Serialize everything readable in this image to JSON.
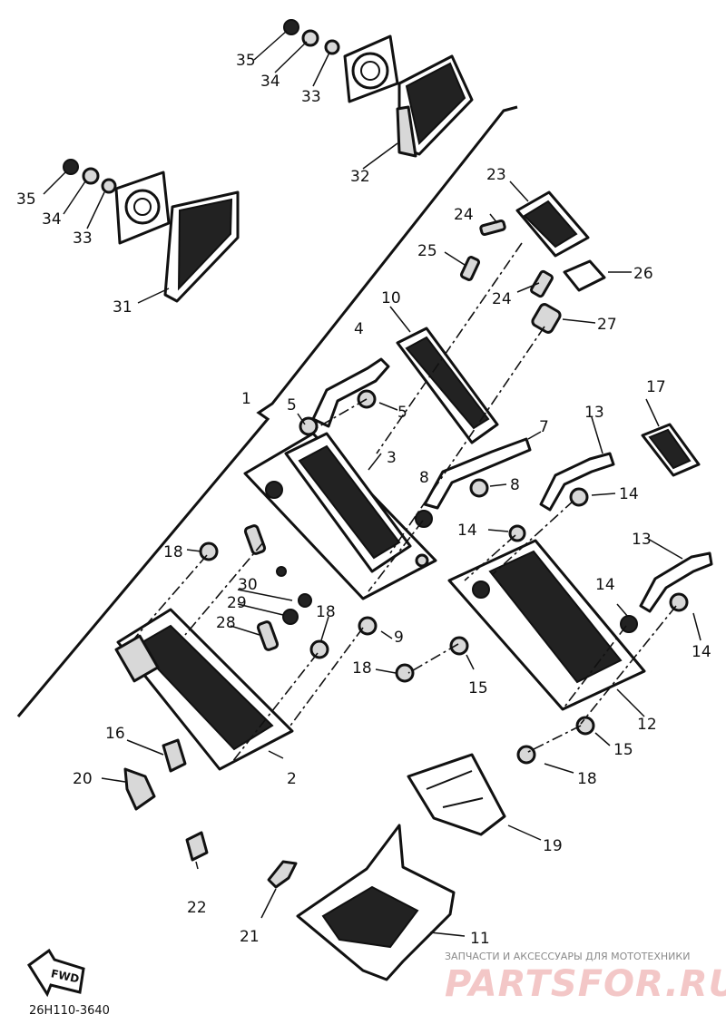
{
  "labels": {
    "p1": "1",
    "p2": "2",
    "p3": "3",
    "p4": "4",
    "p5a": "5",
    "p5b": "5",
    "p7": "7",
    "p8a": "8",
    "p8b": "8",
    "p9": "9",
    "p10": "10",
    "p11": "11",
    "p12": "12",
    "p13a": "13",
    "p13b": "13",
    "p14a": "14",
    "p14b": "14",
    "p14c": "14",
    "p14d": "14",
    "p15a": "15",
    "p15b": "15",
    "p16": "16",
    "p17": "17",
    "p18a": "18",
    "p18b": "18",
    "p18c": "18",
    "p18d": "18",
    "p19": "19",
    "p20": "20",
    "p21": "21",
    "p22": "22",
    "p23": "23",
    "p24a": "24",
    "p24b": "24",
    "p25": "25",
    "p26": "26",
    "p27": "27",
    "p28": "28",
    "p29": "29",
    "p30": "30",
    "p31": "31",
    "p32": "32",
    "p33a": "33",
    "p33b": "33",
    "p34a": "34",
    "p34b": "34",
    "p35a": "35",
    "p35b": "35"
  },
  "diagram_code": "26H110-3640",
  "arrow_badge": "FWD",
  "watermark": {
    "tagline": "ЗАПЧАСТИ И АКСЕССУАРЫ ДЛЯ МОТОТЕХНИКИ",
    "brand": "PARTSFOR.RU"
  }
}
